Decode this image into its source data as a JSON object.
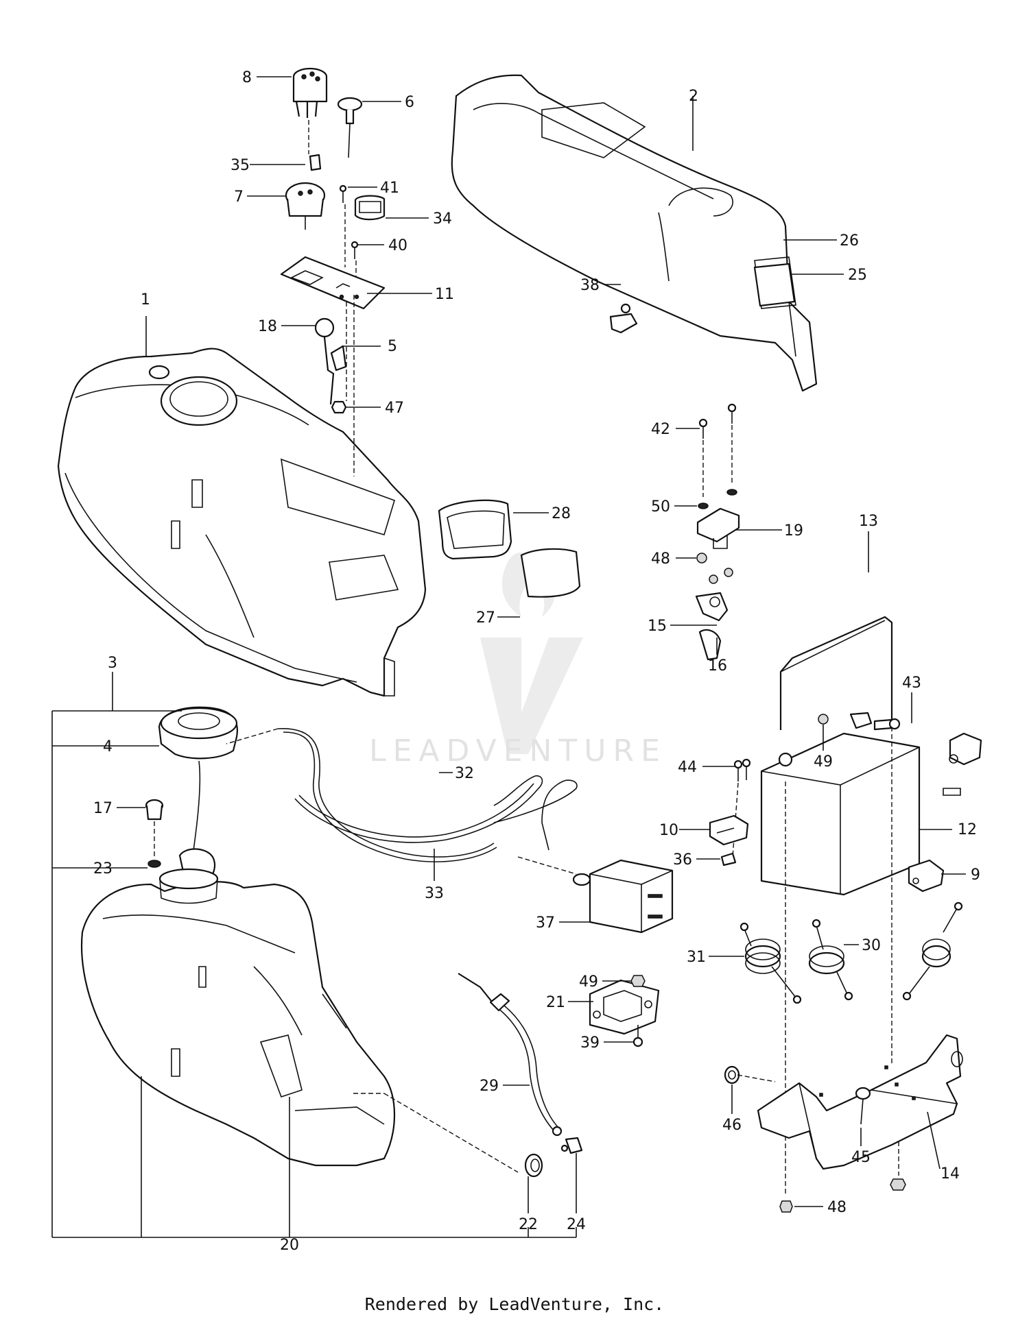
{
  "watermark": "LEADVENTURE",
  "footer": "Rendered by LeadVenture, Inc.",
  "labels": {
    "p1": "1",
    "p2": "2",
    "p3": "3",
    "p4": "4",
    "p5": "5",
    "p6": "6",
    "p7": "7",
    "p8": "8",
    "p9": "9",
    "p10": "10",
    "p11": "11",
    "p12": "12",
    "p13": "13",
    "p14": "14",
    "p15": "15",
    "p16": "16",
    "p17": "17",
    "p18": "18",
    "p19": "19",
    "p20": "20",
    "p21": "21",
    "p22": "22",
    "p23": "23",
    "p24": "24",
    "p25": "25",
    "p26": "26",
    "p27": "27",
    "p28": "28",
    "p29": "29",
    "p30": "30",
    "p31": "31",
    "p32": "32",
    "p33": "33",
    "p34": "34",
    "p35": "35",
    "p36": "36",
    "p37": "37",
    "p38": "38",
    "p39": "39",
    "p40": "40",
    "p41": "41",
    "p42": "42",
    "p43": "43",
    "p44": "44",
    "p45": "45",
    "p46": "46",
    "p47": "47",
    "p48a": "48",
    "p48b": "48",
    "p49a": "49",
    "p49b": "49",
    "p50": "50"
  }
}
